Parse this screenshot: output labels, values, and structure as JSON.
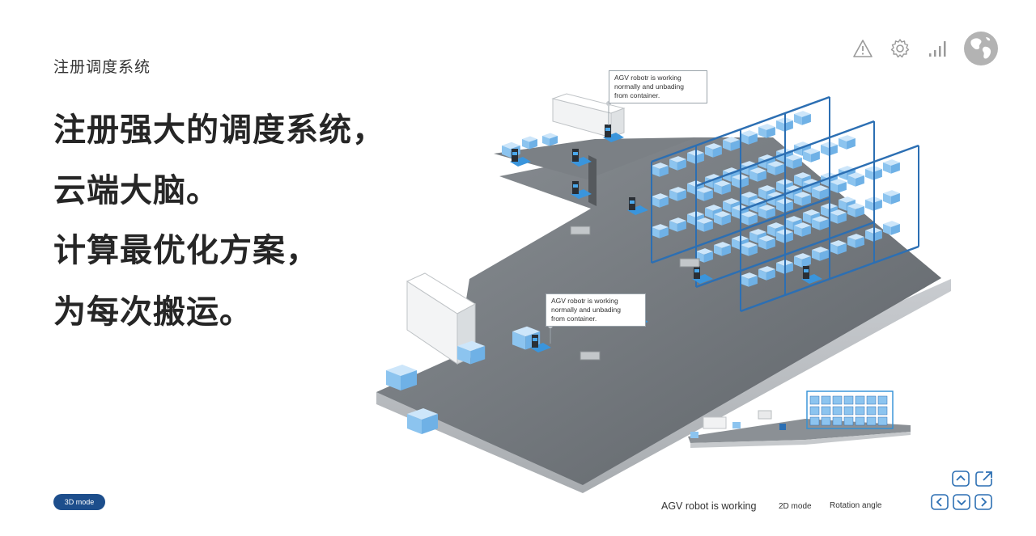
{
  "header": {
    "subtitle": "注册调度系统",
    "headline_lines": [
      "注册强大的调度系统，",
      "云端大脑。",
      "计算最优化方案，",
      "为每次搬运。"
    ]
  },
  "top_icons": [
    "warning-icon",
    "gear-icon",
    "signal-icon",
    "globe-icon"
  ],
  "callouts": [
    {
      "lines": [
        "AGV robotr is working",
        "normally and unbading",
        "from container."
      ]
    },
    {
      "lines": [
        "AGV robotr is working",
        "normally and unbading",
        "from container."
      ]
    }
  ],
  "footer": {
    "mode_button": "3D mode",
    "status_text": "AGV robot is working",
    "mode_2d": "2D mode",
    "rotation": "Rotation angle"
  },
  "view_controls": [
    "collapse-icon",
    "external-link-icon",
    "arrow-left-icon",
    "chevron-down-icon",
    "arrow-right-icon"
  ],
  "colors": {
    "accent": "#2f8fd6",
    "button": "#1d4e8c",
    "floor": "#6e7378",
    "rack": "#2c6fb3",
    "box": "#8cc4ef"
  }
}
